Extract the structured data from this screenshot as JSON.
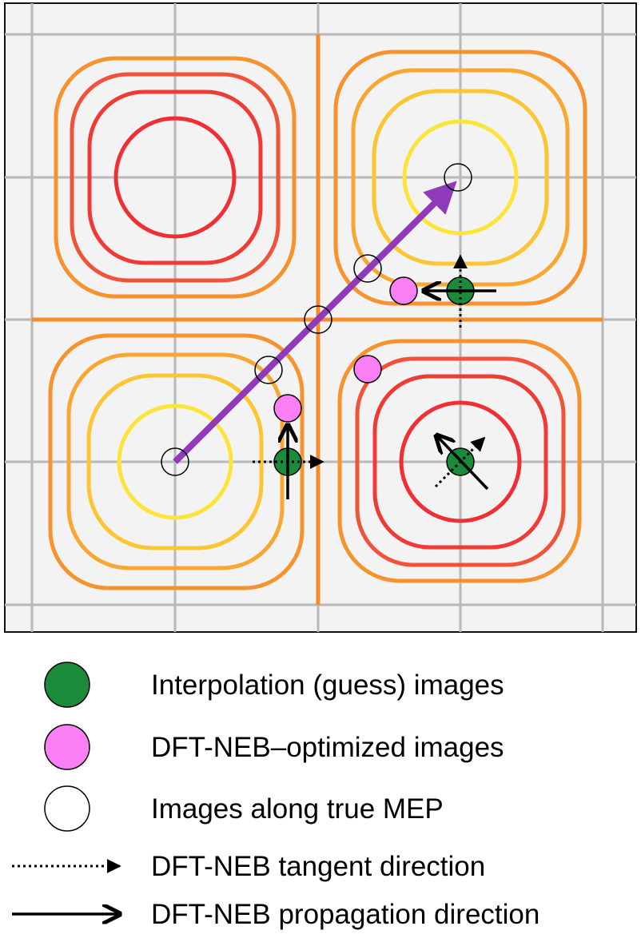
{
  "colors": {
    "background": "#f3f3f3",
    "grid": "#b9b9b9",
    "contour_outer": "#f7932f",
    "contour_mid": "#f0533a",
    "contour_inner": "#ef2f35",
    "contour_low_outer": "#f8a832",
    "contour_low_inner": "#fde43a",
    "separator": "#f78b2c",
    "path_arrow": "#8e3ab9",
    "interpolation_image": "#1b8a3a",
    "optimized_image": "#fb7ff4",
    "mep_image": "#ffffff"
  },
  "legend": [
    {
      "marker": "green-filled-circle",
      "label": "Interpolation (guess) images"
    },
    {
      "marker": "pink-filled-circle",
      "label": "DFT-NEB–optimized images"
    },
    {
      "marker": "white-open-circle",
      "label": "Images along true MEP"
    },
    {
      "marker": "dotted-arrow",
      "label": "DFT-NEB tangent direction"
    },
    {
      "marker": "solid-arrow",
      "label": "DFT-NEB propagation direction"
    }
  ]
}
